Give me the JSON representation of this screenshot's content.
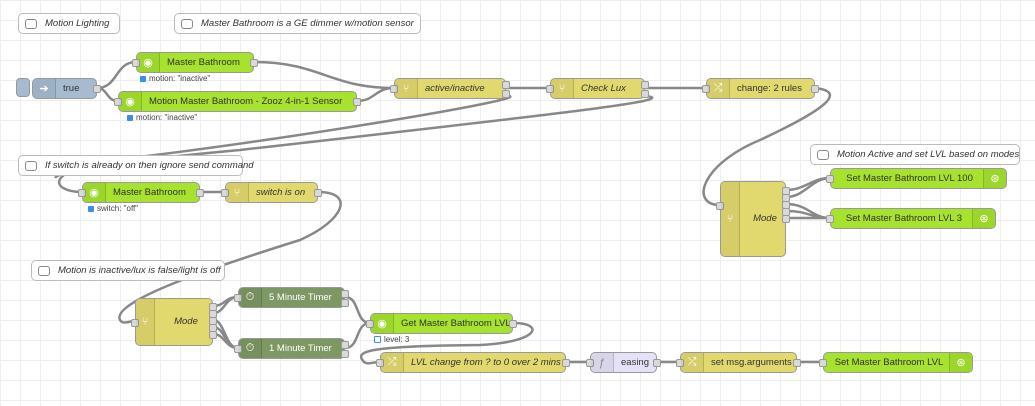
{
  "comments": {
    "motion_lighting": "Motion Lighting",
    "master_bathroom_note": "Master Bathroom is a GE dimmer w/motion sensor",
    "ignore_note": "If switch is already on then ignore send command",
    "motion_active_note": "Motion Active and set LVL based on modes",
    "motion_inactive_note": "Motion is inactive/lux is false/light is off"
  },
  "nodes": {
    "inject_true": "true",
    "master_bathroom_1": "Master Bathroom",
    "motion_zooz": "Motion Master Bathroom - Zooz 4-in-1 Sensor",
    "active_inactive": "active/inactive",
    "check_lux": "Check Lux",
    "change_rules": "change: 2 rules",
    "master_bathroom_2": "Master Bathroom",
    "switch_is_on": "switch is on",
    "mode_top": "Mode",
    "set_lvl_100": "Set Master Bathroom LVL 100",
    "set_lvl_3": "Set Master Bathroom LVL 3",
    "mode_bottom": "Mode",
    "five_minute_timer": "5 Minute Timer",
    "one_minute_timer": "1 Minute Timer",
    "get_lvl": "Get Master Bathroom LVL",
    "lvl_change": "LVL change from ? to 0 over 2 mins",
    "easing": "easing",
    "set_msg_arguments": "set msg.arguments",
    "set_master_bathroom_lvl": "Set Master Bathroom LVL"
  },
  "status": {
    "master_bathroom_1": "motion: \"inactive\"",
    "motion_zooz": "motion: \"inactive\"",
    "master_bathroom_2": "switch: \"off\"",
    "get_lvl": "level: 3"
  },
  "colors": {
    "ha_node": "#a6e22e",
    "function_node": "#e2d96e",
    "timer_node": "#7d9862",
    "inject_node": "#a6bbcf",
    "easing_node": "#e5e1f6",
    "wire": "#888888",
    "status_dot": "#3b8eea"
  },
  "icons": {
    "ha_node": "broadcast-icon",
    "switch_node": "branch-icon",
    "change_node": "shuffle-icon",
    "timer_node": "stopwatch-icon",
    "function_node": "function-icon",
    "call_service": "service-icon",
    "inject_node": "arrow-icon",
    "comment": "speech-bubble-icon"
  }
}
